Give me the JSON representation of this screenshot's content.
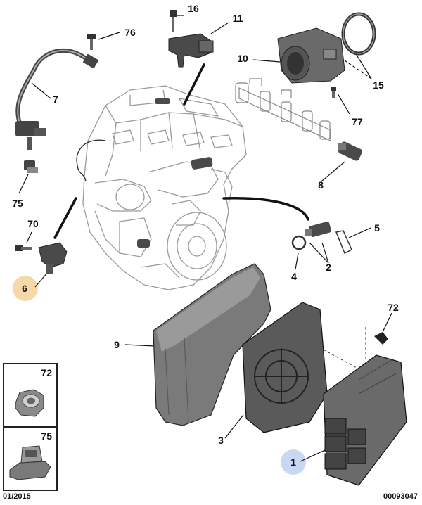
{
  "colors": {
    "highlight": "#f6d9a8",
    "highlight_blue": "#c9d8f2",
    "line": "#222222",
    "part_dark": "#4a4a4a",
    "engine": "#9a9a9a"
  },
  "callouts": [
    "16",
    "11",
    "76",
    "10",
    "15",
    "7",
    "77",
    "8",
    "75",
    "70",
    "5",
    "6",
    "2",
    "4",
    "72",
    "9",
    "3",
    "1"
  ],
  "inset": {
    "top_label": "72",
    "bottom_label": "75"
  },
  "footer": {
    "date": "01/2015",
    "ref": "00093047"
  }
}
